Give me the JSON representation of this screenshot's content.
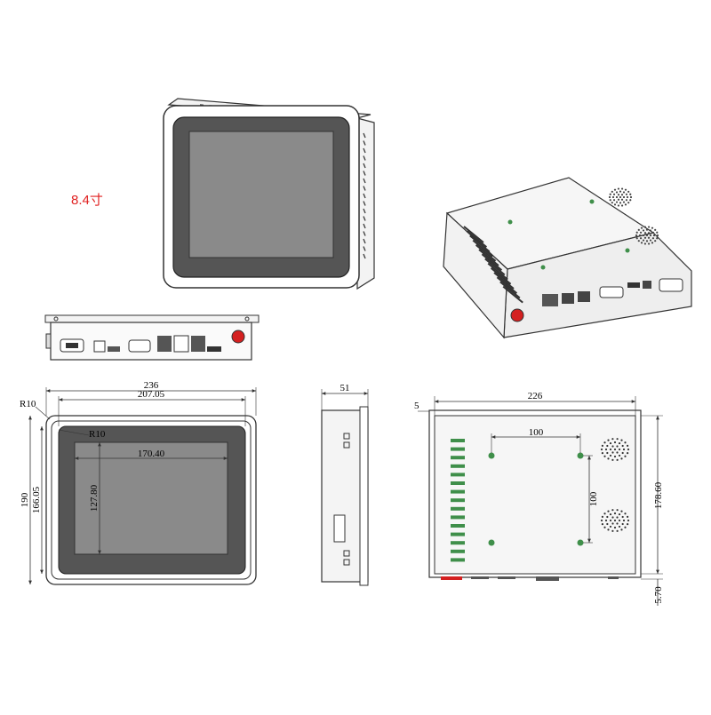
{
  "product": {
    "size_label": "8.4寸",
    "size_label_color": "#e02020"
  },
  "front_view": {
    "width_outer": "236",
    "width_inner": "207.05",
    "height_outer": "190",
    "height_inner": "166.05",
    "corner_outer": "R10",
    "corner_inner": "R10",
    "screen_width": "170.40",
    "screen_height": "127.80"
  },
  "side_view": {
    "depth": "51"
  },
  "back_view": {
    "width": "226",
    "flange": "5",
    "height": "178.60",
    "hole_h_spacing": "100",
    "hole_v_spacing": "100",
    "bottom_offset": "5.70"
  },
  "colors": {
    "line": "#333333",
    "bezel": "#555555",
    "screen": "#8a8a8a",
    "vent_green": "#3f8f4a",
    "power_red": "#d42020"
  }
}
